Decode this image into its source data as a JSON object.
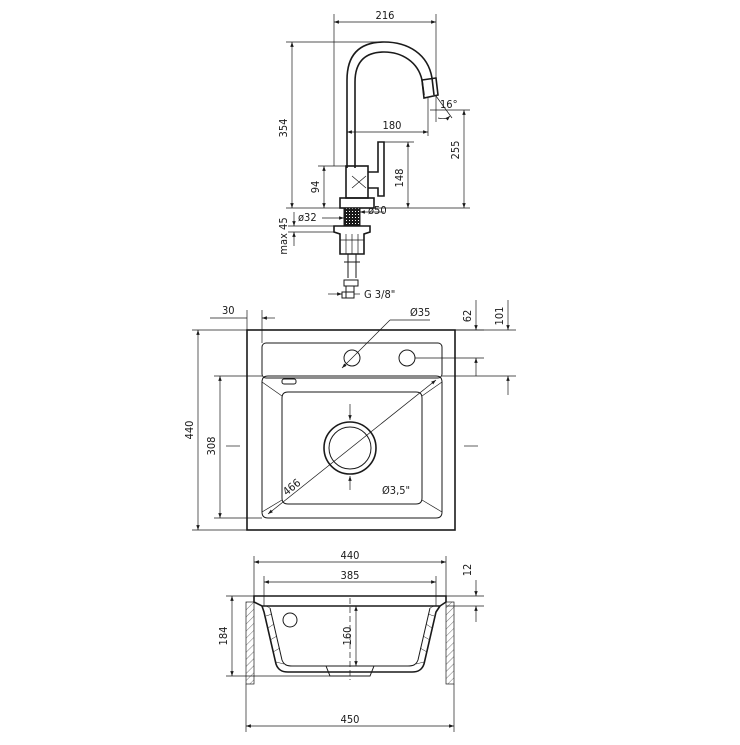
{
  "faucet": {
    "dims": {
      "overall_reach": "216",
      "height": "354",
      "spout_reach": "180",
      "spout_height": "255",
      "lever_height": "148",
      "body_height": "94",
      "angle": "16°",
      "base_diameter": "ø50",
      "pipe_diameter": "ø32",
      "max_thickness": "max 45",
      "connection": "G 3/8\""
    }
  },
  "sink_top": {
    "dims": {
      "margin": "30",
      "tap_hole": "Ø35",
      "hole_offset_1": "62",
      "hole_offset_2": "101",
      "overall_depth": "440",
      "bowl_depth": "308",
      "diagonal": "466",
      "drain": "Ø3,5\""
    }
  },
  "sink_section": {
    "dims": {
      "outer_width": "440",
      "inner_width": "385",
      "rim": "12",
      "overall_height": "184",
      "bowl_height": "160",
      "cutout_width": "450"
    }
  }
}
